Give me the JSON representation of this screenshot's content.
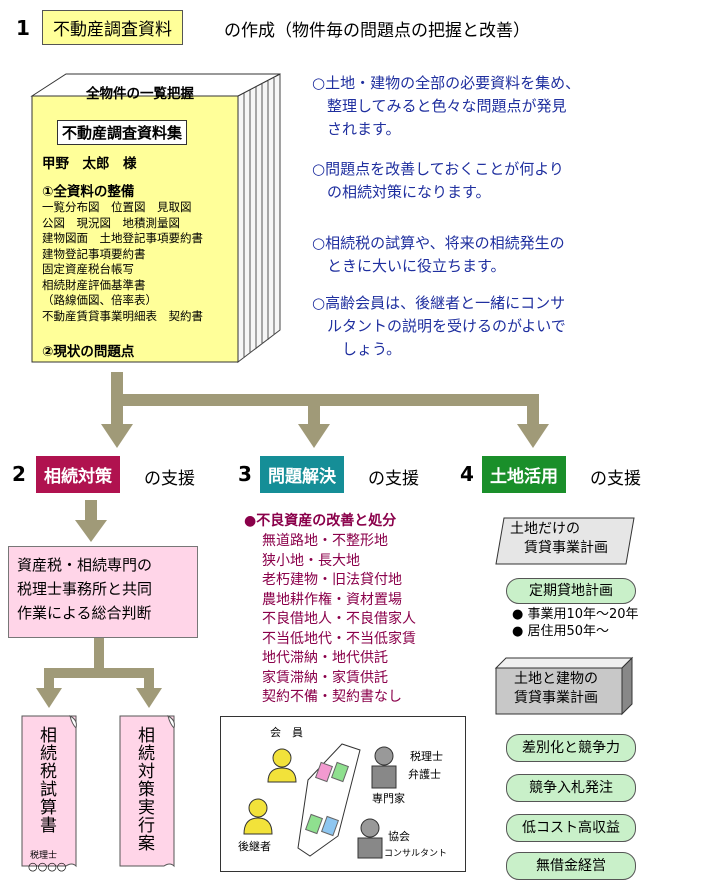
{
  "header": {
    "number": "1",
    "boxed_title": "不動産調査資料",
    "rest": "の作成（物件毎の問題点の把握と改善）"
  },
  "book": {
    "top_label": "全物件の一覧把握",
    "inner_title": "不動産調査資料集",
    "owner": "甲野　太郎　様",
    "section1": "①全資料の整備",
    "items": [
      "一覧分布図　位置図　見取図",
      "公図　現況図　地積測量図",
      "建物図面　土地登記事項要約書",
      "建物登記事項要約書",
      "固定資産税台帳写",
      "相続財産評価基準書",
      "（路線価図、倍率表）",
      "不動産賃貸事業明細表　契約書"
    ],
    "section2": "②現状の問題点"
  },
  "notes": [
    {
      "lines": [
        "○土地・建物の全部の必要資料を集め、",
        "　整理してみると色々な問題点が発見",
        "　されます。"
      ]
    },
    {
      "lines": [
        "○問題点を改善しておくことが何より",
        "　の相続対策になります。"
      ]
    },
    {
      "lines": [
        "○相続税の試算や、将来の相続発生の",
        "　ときに大いに役立ちます。"
      ]
    },
    {
      "lines": [
        "○高齢会員は、後継者と一緒にコンサ",
        "　ルタントの説明を受けるのがよいで",
        "　　しょう。"
      ]
    }
  ],
  "sections": [
    {
      "number": "2",
      "label": "相続対策",
      "suffix": "の支援"
    },
    {
      "number": "3",
      "label": "問題解決",
      "suffix": "の支援"
    },
    {
      "number": "4",
      "label": "土地活用",
      "suffix": "の支援"
    }
  ],
  "col2": {
    "box_lines": [
      "資産税・相続専門の",
      "税理士事務所と共同",
      "作業による総合判断"
    ],
    "scroll1": "相続税試算書",
    "scroll1_sub": "税理士",
    "scroll1_sub2": "○○○○",
    "scroll2": "相続対策実行案"
  },
  "col3": {
    "heading": "●不良資産の改善と処分",
    "items": [
      "無道路地・不整形地",
      "狭小地・長大地",
      "老朽建物・旧法貸付地",
      "農地耕作権・資材置場",
      "不良借地人・不良借家人",
      "不当低地代・不当低家賃",
      "地代滞納・地代供託",
      "家賃滞納・家賃供託",
      "契約不備・契約書なし"
    ],
    "roles": {
      "member": "会　員",
      "successor": "後継者",
      "expert_top": "税理士",
      "expert_mid": "弁護士",
      "expert_label": "専門家",
      "assoc_top": "協会",
      "assoc_label": "コンサルタント"
    }
  },
  "col4": {
    "land_lines": [
      "土地だけの",
      "賃貸事業計画"
    ],
    "pill_fixed": "定期貸地計画",
    "bullets": [
      "● 事業用10年〜20年",
      "● 居住用50年〜"
    ],
    "building_lines": [
      "土地と建物の",
      "賃貸事業計画"
    ],
    "pills": [
      "差別化と競争力",
      "競争入札発注",
      "低コスト高収益",
      "無借金経営"
    ]
  },
  "colors": {
    "book_yellow": "#ffff99",
    "arrow_khaki": "#a09a78",
    "label_magenta": "#b0124f",
    "label_teal": "#158e97",
    "label_green": "#1a8f2a",
    "note_blue": "#1f2f9f",
    "problem_dark_magenta": "#8a004a",
    "pink_box": "#ffd5e8",
    "pill_green": "#c9f0c9"
  }
}
